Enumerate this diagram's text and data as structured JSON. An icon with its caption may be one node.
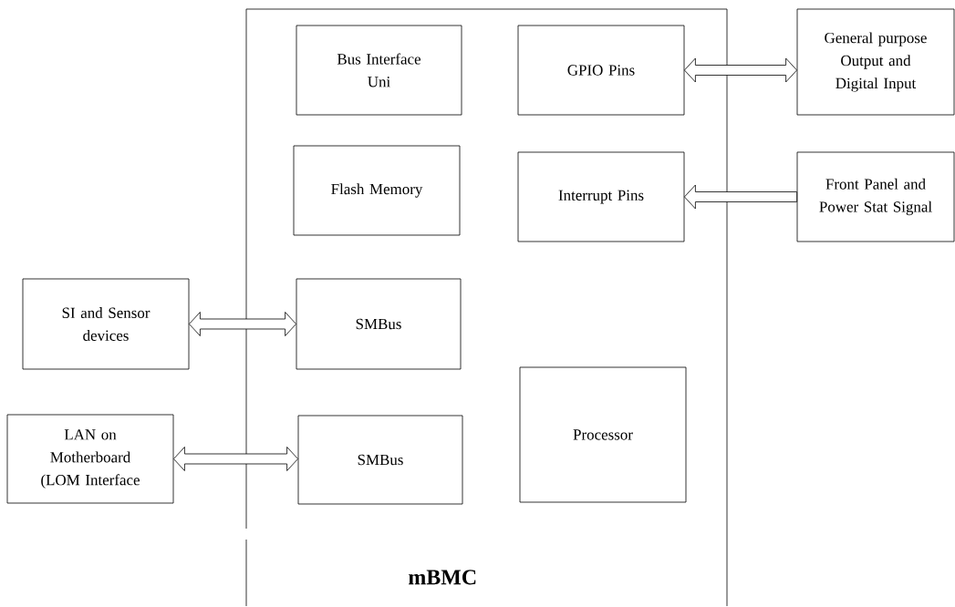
{
  "diagram": {
    "nodes": [
      {
        "text": [
          "mBMC"
        ]
      },
      {
        "text": [
          "Bus Interface Uni"
        ],
        "in": 0
      },
      {
        "text": [
          "GPIO Pins"
        ],
        "in": 0
      },
      {
        "text": [
          "General purpose Output and Digital Input"
        ]
      },
      {
        "text": [
          "Flash Memory"
        ],
        "in": 0
      },
      {
        "text": [
          "Interrupt Pins"
        ],
        "in": 0
      },
      {
        "text": [
          "Front Panel and Power Stat Signal"
        ]
      },
      {
        "text": [
          "SI and Sensor devices"
        ]
      },
      {
        "text": [
          "SMBus"
        ],
        "in": 0
      },
      {
        "text": [
          "LAN on Motherboard (LOM Interface"
        ]
      },
      {
        "text": [
          "SMBus"
        ],
        "in": 0
      },
      {
        "text": [
          "Processor"
        ],
        "in": 0
      }
    ],
    "edges": [
      {
        "from": 2,
        "to": 3,
        "arrow": "both"
      },
      {
        "from": 6,
        "to": 5,
        "arrow": "to"
      },
      {
        "from": 7,
        "to": 8,
        "arrow": "both"
      },
      {
        "from": 9,
        "to": 10,
        "arrow": "both"
      }
    ]
  }
}
